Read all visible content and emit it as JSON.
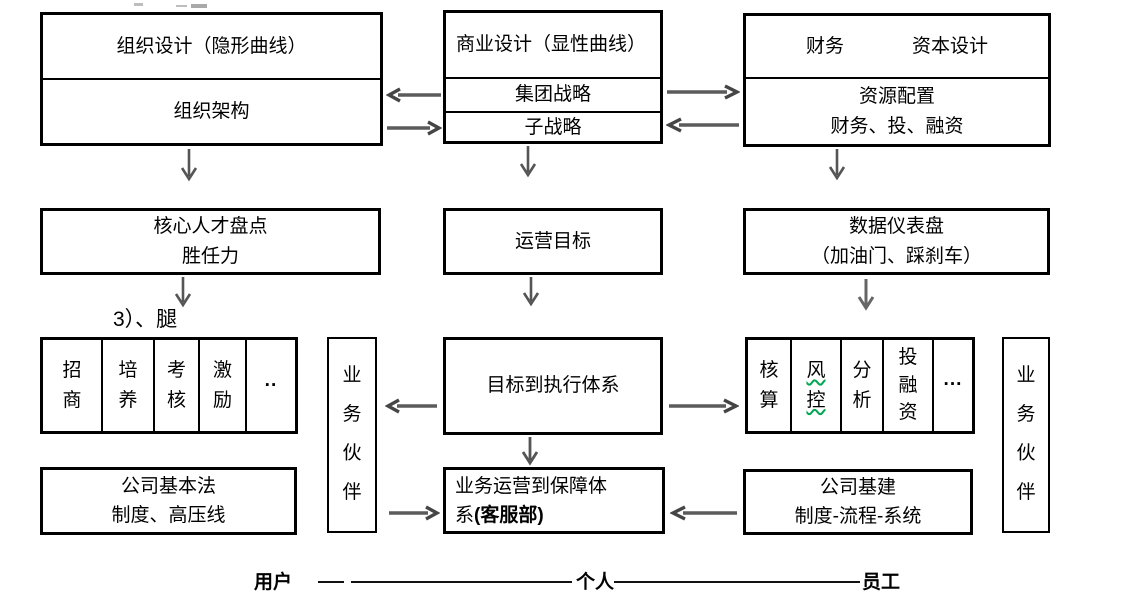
{
  "colors": {
    "box_border": "#000000",
    "arrow_gray": "#5b5b5b",
    "spellcheck_wavy": "#00a651"
  },
  "row1": {
    "org": {
      "title": "组织设计（隐形曲线）",
      "sub": "组织架构"
    },
    "biz": {
      "title": "商业设计（显性曲线）",
      "strategy_group": "集团战略",
      "strategy_sub": "子战略"
    },
    "fin": {
      "title_left": "财务",
      "title_right": "资本设计",
      "line1": "资源配置",
      "line2": "财务、投、融资"
    }
  },
  "row2": {
    "talent": {
      "line1": "核心人才盘点",
      "line2": "胜任力"
    },
    "ops_goal": {
      "label": "运营目标"
    },
    "dashboard": {
      "line1": "数据仪表盘",
      "line2": "（加油门、踩刹车）"
    }
  },
  "legs_label": "3）、腿",
  "row3": {
    "hr_cells": [
      "招商",
      "培养",
      "考核",
      "激励",
      "··"
    ],
    "partner_left": "业务伙伴",
    "exec": {
      "label": "目标到执行体系"
    },
    "fin_cells": [
      "核算",
      "风控",
      "分析",
      "投融资",
      "···"
    ],
    "partner_right": "业务伙伴"
  },
  "row4": {
    "law": {
      "line1": "公司基本法",
      "line2": "制度、高压线"
    },
    "ops_support": {
      "line1": "业务运营到保障体",
      "line2_prefix": "系",
      "line2_bold": "(客服部)"
    },
    "infra": {
      "line1": "公司基建",
      "line2": "制度-流程-系统"
    }
  },
  "bottom": {
    "left": "用户",
    "center": "个人",
    "right": "员工"
  }
}
